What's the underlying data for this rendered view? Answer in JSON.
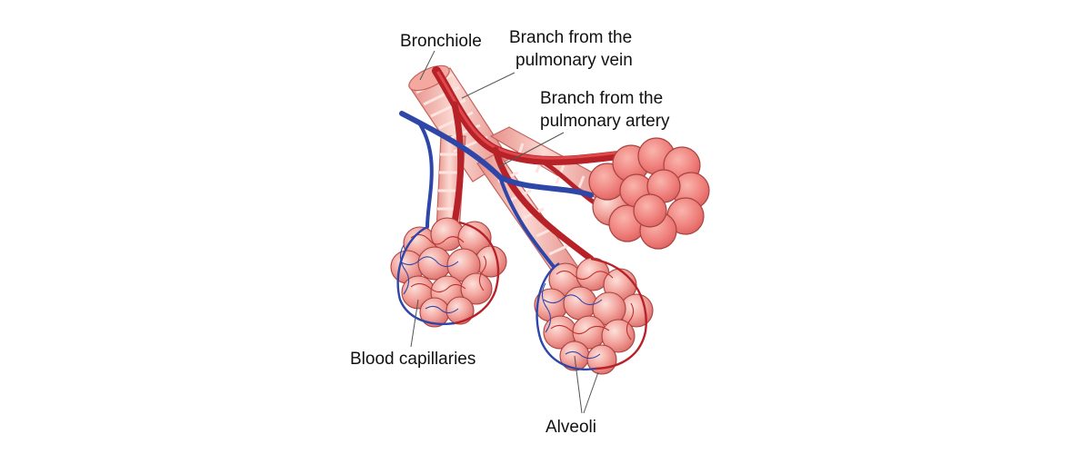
{
  "labels": {
    "bronchiole": "Bronchiole",
    "vein": [
      "Branch from the",
      "pulmonary vein"
    ],
    "artery": [
      "Branch from the",
      "pulmonary artery"
    ],
    "capillaries": "Blood capillaries",
    "alveoli": "Alveoli"
  },
  "colors": {
    "vein": "#b72228",
    "artery": "#2d46a8",
    "alveolus": "#ef8a88",
    "alveolus_highlight": "#fbd2cc",
    "alveolus_edge": "#a8423f",
    "bronchiole": "#f6b8b0",
    "bronchiole_ring": "#fde4df",
    "bronchiole_edge": "#c4655f",
    "capillary_red": "#c0302d",
    "capillary_blue": "#3347a8",
    "leader": "#555555",
    "text": "#111111"
  }
}
